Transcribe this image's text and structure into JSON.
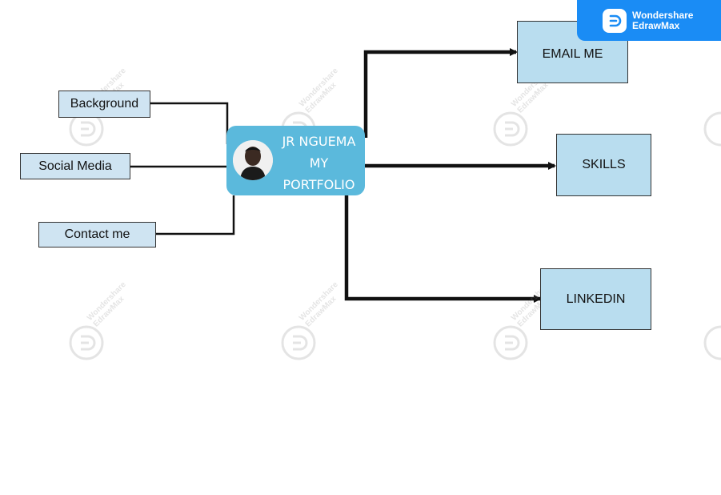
{
  "center": {
    "line1": "JR NGUEMA",
    "line2": "MY",
    "line3": "PORTFOLIO"
  },
  "left_nodes": {
    "background": "Background",
    "social_media": "Social Media",
    "contact_me": "Contact me"
  },
  "right_nodes": {
    "email_me": "EMAIL ME",
    "skills": "SKILLS",
    "linkedin": "LINKEDIN"
  },
  "badge": {
    "line1": "Wondershare",
    "line2": "EdrawMax"
  },
  "watermark": {
    "line1": "Wondershare",
    "line2": "EdrawMax"
  },
  "colors": {
    "center_fill": "#5bb9dc",
    "node_fill_left": "#cfe4f2",
    "node_fill_right": "#b9ddef",
    "badge": "#1a8cf5"
  }
}
